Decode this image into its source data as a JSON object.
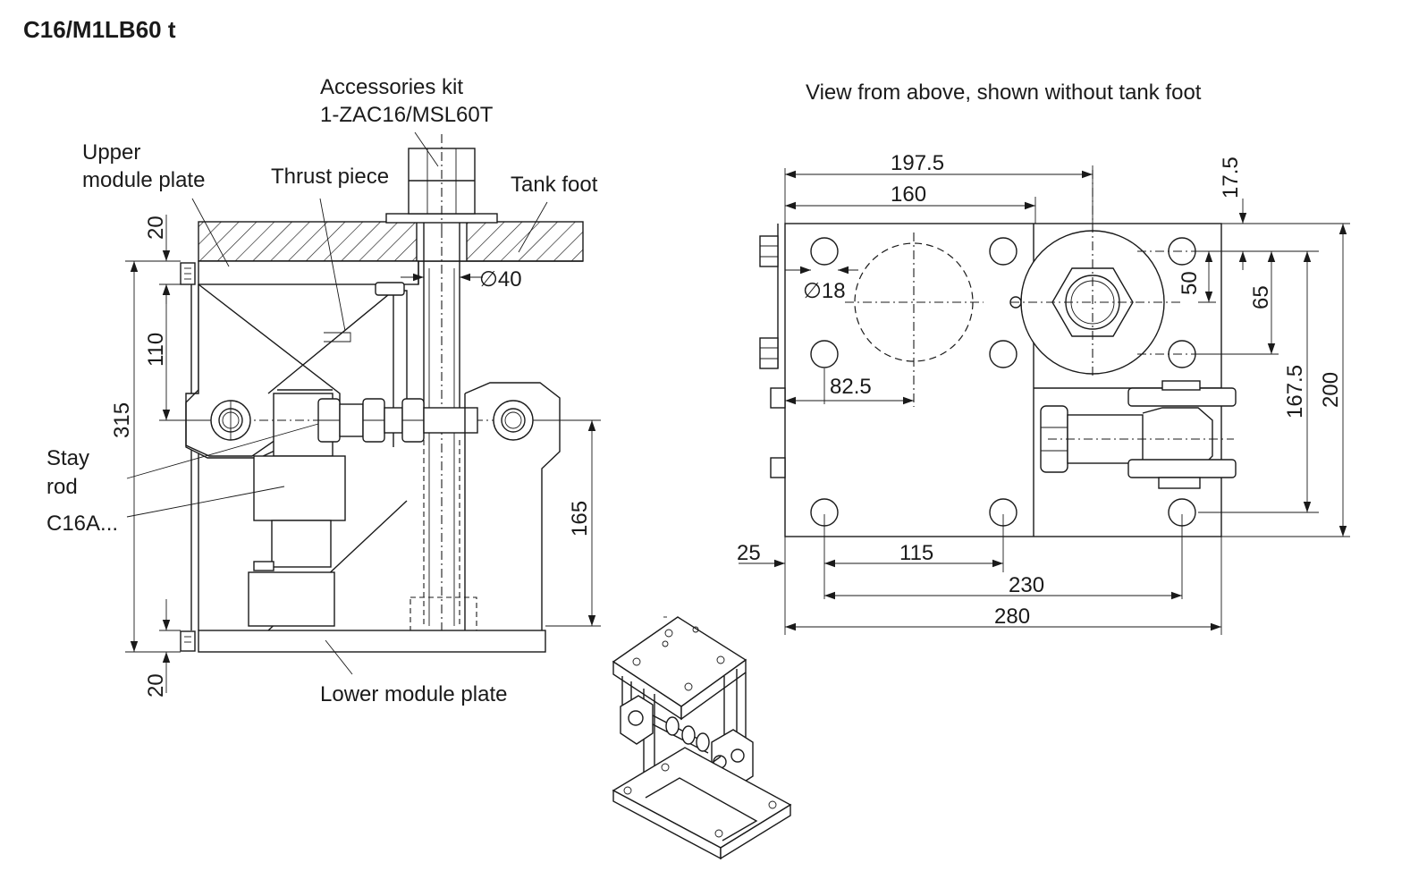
{
  "title": "C16/M1LB60 t",
  "labels": {
    "accessories_kit": "Accessories kit",
    "accessories_kit_code": "1-ZAC16/MSL60T",
    "upper_plate_1": "Upper",
    "upper_plate_2": "module plate",
    "thrust_piece": "Thrust piece",
    "tank_foot": "Tank foot",
    "stay_rod_1": "Stay",
    "stay_rod_2": "rod",
    "c16a": "C16A...",
    "lower_plate": "Lower module plate",
    "view_from_above": "View from above, shown without tank foot"
  },
  "dimensions": {
    "side_upper_20": "20",
    "side_110": "110",
    "side_315": "315",
    "side_165": "165",
    "side_lower_20": "20",
    "side_dia40": "∅40",
    "top_197_5": "197.5",
    "top_160": "160",
    "top_17_5": "17.5",
    "top_dia18": "∅18",
    "top_50": "50",
    "top_65": "65",
    "top_82_5": "82.5",
    "top_167_5": "167.5",
    "top_200": "200",
    "top_25": "25",
    "top_115": "115",
    "top_230": "230",
    "top_280": "280"
  },
  "colors": {
    "line": "#1a1a1a",
    "background": "#ffffff"
  }
}
